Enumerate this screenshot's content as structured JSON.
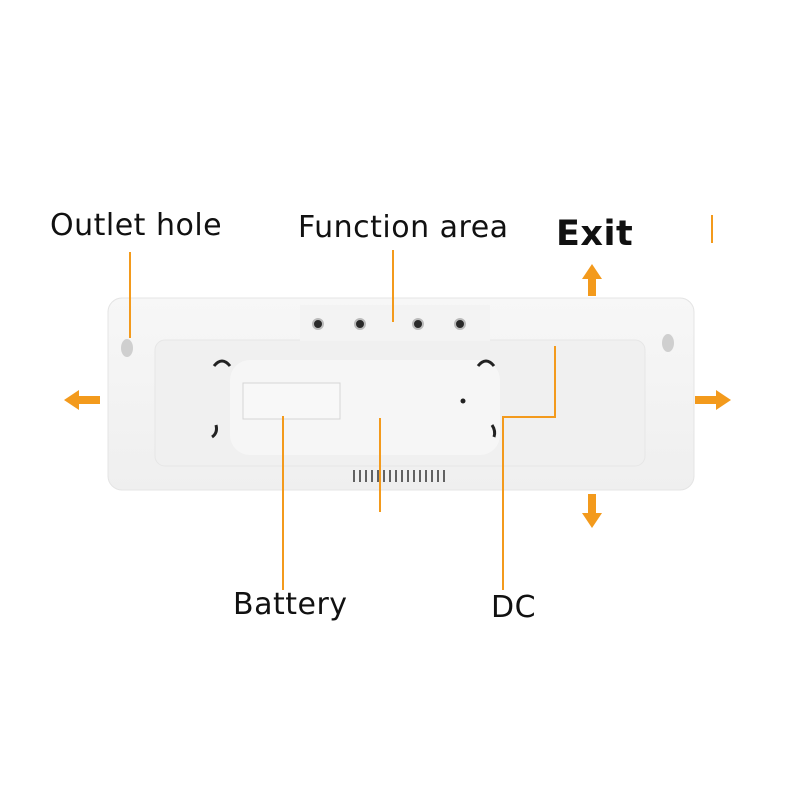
{
  "labels": {
    "outlet_hole": "Outlet hole",
    "function_area": "Function area",
    "exit": "Exit",
    "battery": "Battery",
    "dc": "DC"
  },
  "colors": {
    "accent": "#f39a1c",
    "device": "#f4f4f4",
    "device_edge": "#e2e2e2"
  }
}
